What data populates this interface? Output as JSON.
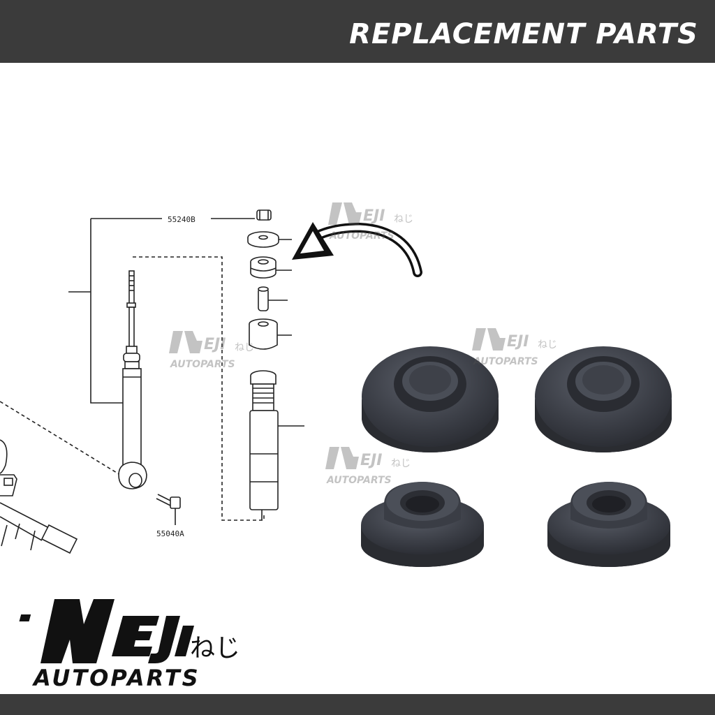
{
  "header": {
    "title": "REPLACEMENT PARTS"
  },
  "colors": {
    "bar": "#3b3b3b",
    "rubber": "#3a3d45",
    "line": "#222222"
  },
  "diagram": {
    "labels": [
      "55240B",
      "55040A"
    ]
  },
  "brand": {
    "name": "NEJI",
    "kana": "ねじ",
    "tagline": "AUTOPARTS"
  },
  "watermark": {
    "kana": "ねじ",
    "tagline": "AUTOPARTS"
  },
  "icons": {
    "arrow": "curved-arrow-icon",
    "logo": "neji-logo"
  }
}
